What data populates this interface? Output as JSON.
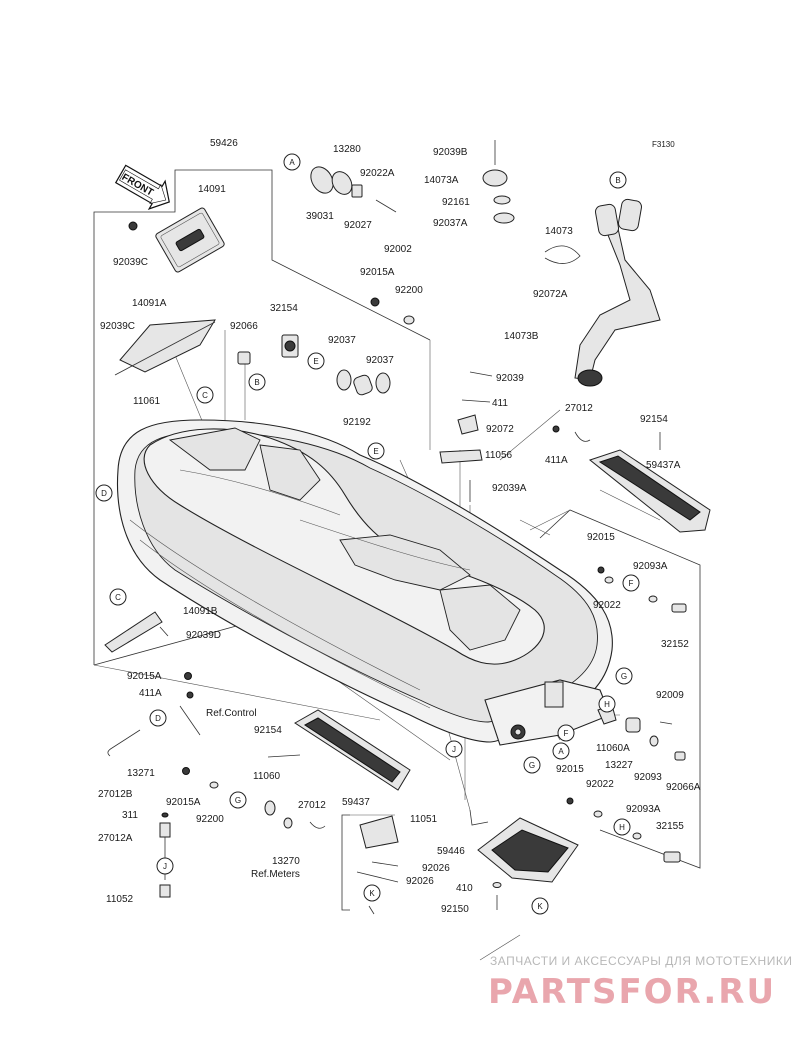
{
  "diagram_code": "F3130",
  "front_label": "FRONT",
  "labels": {
    "p59426": "59426",
    "p14091": "14091",
    "p92039C_a": "92039C",
    "p14091A": "14091A",
    "p92039C_b": "92039C",
    "p11061": "11061",
    "p92066": "92066",
    "p32154": "32154",
    "p39031": "39031",
    "p13280": "13280",
    "p92022A": "92022A",
    "p92027": "92027",
    "p92002": "92002",
    "p92015A_top": "92015A",
    "p92200_top": "92200",
    "p92037_a": "92037",
    "p92037_b": "92037",
    "p92192": "92192",
    "p92039B": "92039B",
    "p14073A": "14073A",
    "p92161": "92161",
    "p92037A": "92037A",
    "p14073": "14073",
    "p92072A": "92072A",
    "p14073B": "14073B",
    "p92039": "92039",
    "p411": "411",
    "p92072": "92072",
    "p11056": "11056",
    "p92039A": "92039A",
    "p27012_top": "27012",
    "p411A_top": "411A",
    "p92154_top": "92154",
    "p59437A": "59437A",
    "p92015_r": "92015",
    "p92093A_r": "92093A",
    "p92022_r": "92022",
    "p32152": "32152",
    "p14091B": "14091B",
    "p92039D": "92039D",
    "p92015A_l": "92015A",
    "p411A_l": "411A",
    "ref_control": "Ref.Control",
    "p13271": "13271",
    "p27012B": "27012B",
    "p92154_l": "92154",
    "p11060": "11060",
    "p59437": "59437",
    "p27012_m": "27012",
    "p92015A_b": "92015A",
    "p92200_b": "92200",
    "p311": "311",
    "p27012A": "27012A",
    "p11052": "11052",
    "p13270": "13270",
    "ref_meters": "Ref.Meters",
    "p11051": "11051",
    "p92026_a": "92026",
    "p92026_b": "92026",
    "p59446": "59446",
    "p410": "410",
    "p92150": "92150",
    "p92009": "92009",
    "p11060A": "11060A",
    "p13227": "13227",
    "p92093": "92093",
    "p92066A": "92066A",
    "p92015_b": "92015",
    "p92022_b": "92022",
    "p92093A_b": "92093A",
    "p32155": "32155"
  },
  "callouts": {
    "A": "A",
    "B": "B",
    "C": "C",
    "D": "D",
    "E": "E",
    "F": "F",
    "G": "G",
    "H": "H",
    "J": "J",
    "K": "K"
  },
  "watermark": {
    "line1": "ЗАПЧАСТИ И АКСЕССУАРЫ ДЛЯ МОТОТЕХНИКИ",
    "line2": "PARTSFOR.RU"
  }
}
